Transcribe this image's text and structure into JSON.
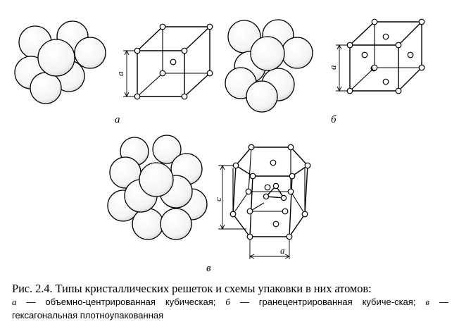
{
  "figure": {
    "panel_a_label": "а",
    "panel_b_label": "б",
    "panel_c_label": "в",
    "axis_a": "a",
    "axis_c": "c"
  },
  "caption": {
    "title": "Рис. 2.4. Типы кристаллических решеток и схемы упаковки в них атомов:",
    "a_key": "а",
    "a_text": " — объемно-центрированная кубическая; ",
    "b_key": "б",
    "b_text": " — гранецентрированная кубиче-ская; ",
    "c_key": "в",
    "c_text": " — гексагональная плотноупакованная"
  }
}
